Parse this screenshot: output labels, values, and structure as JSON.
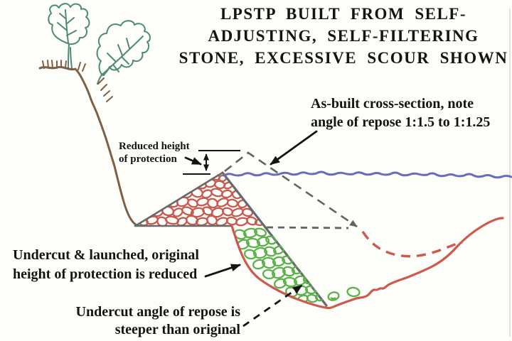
{
  "title": {
    "line1": "LPSTP BUILT FROM SELF-",
    "line2": "ADJUSTING, SELF-FILTERING",
    "line3": "STONE, EXCESSIVE SCOUR SHOWN"
  },
  "annotations": {
    "as_built": {
      "line1": "As-built cross-section, note",
      "line2": "angle of repose 1:1.5 to 1:1.25"
    },
    "reduced_height": {
      "line1": "Reduced height",
      "line2": "of protection"
    },
    "undercut_launched": {
      "line1": "Undercut & launched, original",
      "line2": "height of protection is reduced"
    },
    "undercut_angle": {
      "line1": "Undercut angle of repose is",
      "line2": "steeper than original"
    }
  },
  "colors": {
    "background": "#fdfdfa",
    "text_black": "#141414",
    "stone_red": "#c75a50",
    "stone_green": "#5cb24a",
    "scour_red": "#cd5a4e",
    "water_blue": "#6b6bbd",
    "bank_brown": "#7d6147",
    "structure_gray": "#636b6b",
    "dashed_gray": "#5f6468",
    "plant_green": "#4e8a76",
    "edge_line": "#d9d9d4"
  }
}
